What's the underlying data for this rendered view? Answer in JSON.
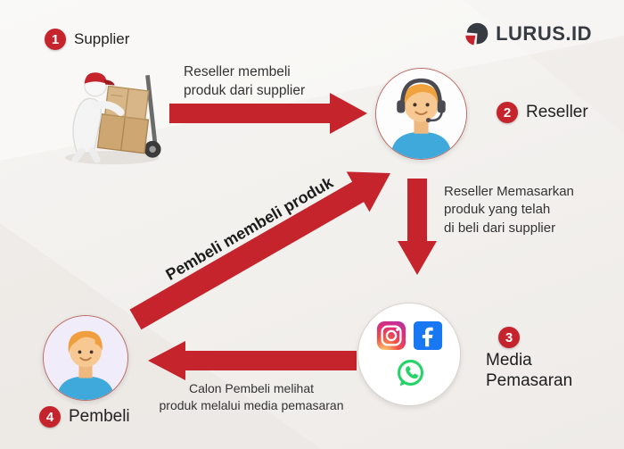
{
  "logo": {
    "text": "LURUS.ID"
  },
  "nodes": {
    "supplier": {
      "number": "1",
      "label": "Supplier"
    },
    "reseller": {
      "number": "2",
      "label": "Reseller"
    },
    "media": {
      "number": "3",
      "label": "Media\nPemasaran"
    },
    "pembeli": {
      "number": "4",
      "label": "Pembeli"
    }
  },
  "arrow_labels": {
    "supplier_to_reseller": "Reseller membeli\nproduk dari supplier",
    "reseller_to_media": "Reseller Memasarkan\nproduk yang telah\ndi beli dari supplier",
    "media_to_pembeli": "Calon Pembeli melihat\nproduk melalui media pemasaran",
    "pembeli_to_reseller": "Pembeli membeli produk"
  },
  "icons": {
    "logo": "pie-chart-icon",
    "media": [
      "instagram-icon",
      "facebook-icon",
      "whatsapp-icon"
    ],
    "supplier": "delivery-person-with-boxes",
    "reseller": "support-agent-avatar",
    "pembeli": "person-avatar"
  },
  "colors": {
    "accent_red": "#c5242c",
    "logo_dark": "#363b42",
    "facebook_blue": "#1877f2",
    "whatsapp_green": "#25d366",
    "instagram_gradient": [
      "#fed373",
      "#f15245",
      "#d92e7f",
      "#9b36b7"
    ]
  }
}
